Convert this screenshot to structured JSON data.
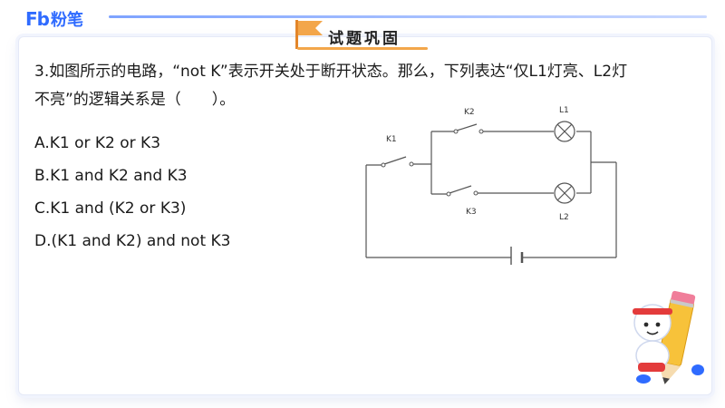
{
  "brand": {
    "logo_mark": "Fb",
    "logo_text": "粉笔"
  },
  "section_title": "试题巩固",
  "question": {
    "line1": "3.如图所示的电路，“not K”表示开关处于断开状态。那么，下列表达“仅L1灯亮、L2灯",
    "line2": "不亮”的逻辑关系是（　　）。"
  },
  "options": [
    "A.K1 or K2 or K3",
    "B.K1 and K2 and K3",
    "C.K1 and (K2 or K3)",
    "D.(K1 and K2) and not K3"
  ],
  "circuit_labels": {
    "k1": "K1",
    "k2": "K2",
    "k3": "K3",
    "l1": "L1",
    "l2": "L2"
  },
  "colors": {
    "brand_blue": "#2f6bff",
    "flag_orange": "#f3a64a",
    "wire": "#555555"
  }
}
